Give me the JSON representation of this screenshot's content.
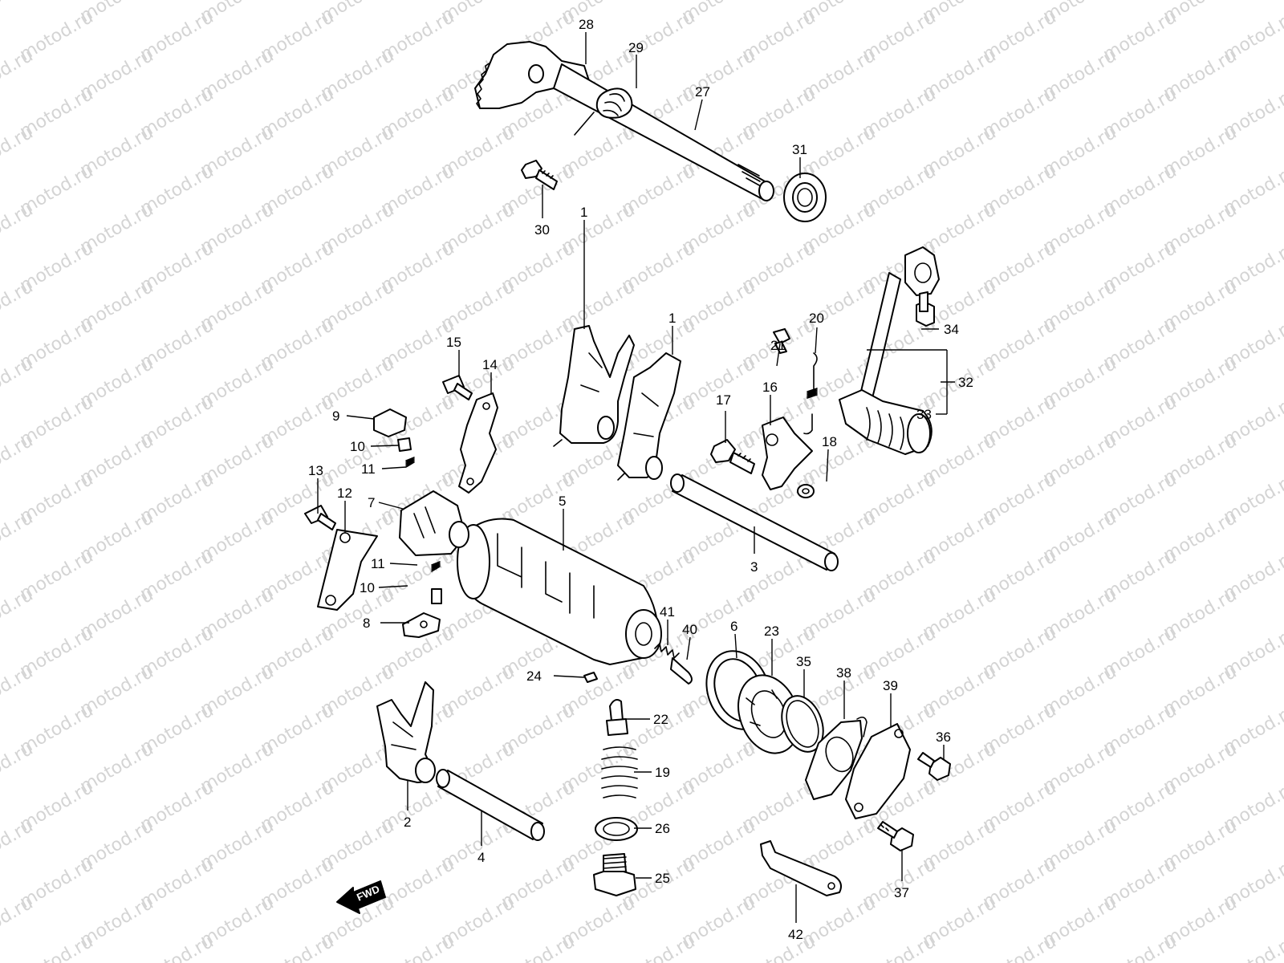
{
  "watermark": "motod.ru",
  "direction_label": "FWD",
  "callouts": {
    "c1a": "1",
    "c1b": "1",
    "c2": "2",
    "c3": "3",
    "c4": "4",
    "c5": "5",
    "c6": "6",
    "c7": "7",
    "c8": "8",
    "c9": "9",
    "c10a": "10",
    "c10b": "10",
    "c11a": "11",
    "c11b": "11",
    "c12": "12",
    "c13": "13",
    "c14": "14",
    "c15": "15",
    "c16": "16",
    "c17": "17",
    "c18": "18",
    "c19": "19",
    "c20": "20",
    "c21": "21",
    "c22": "22",
    "c23": "23",
    "c24": "24",
    "c25": "25",
    "c26": "26",
    "c27": "27",
    "c28": "28",
    "c29": "29",
    "c30": "30",
    "c31": "31",
    "c32": "32",
    "c33": "33",
    "c34": "34",
    "c35": "35",
    "c36": "36",
    "c37": "37",
    "c38": "38",
    "c39": "39",
    "c40": "40",
    "c41": "41",
    "c42": "42"
  },
  "colors": {
    "line": "#000000",
    "watermark": "#d4d4d4",
    "background": "#ffffff"
  }
}
